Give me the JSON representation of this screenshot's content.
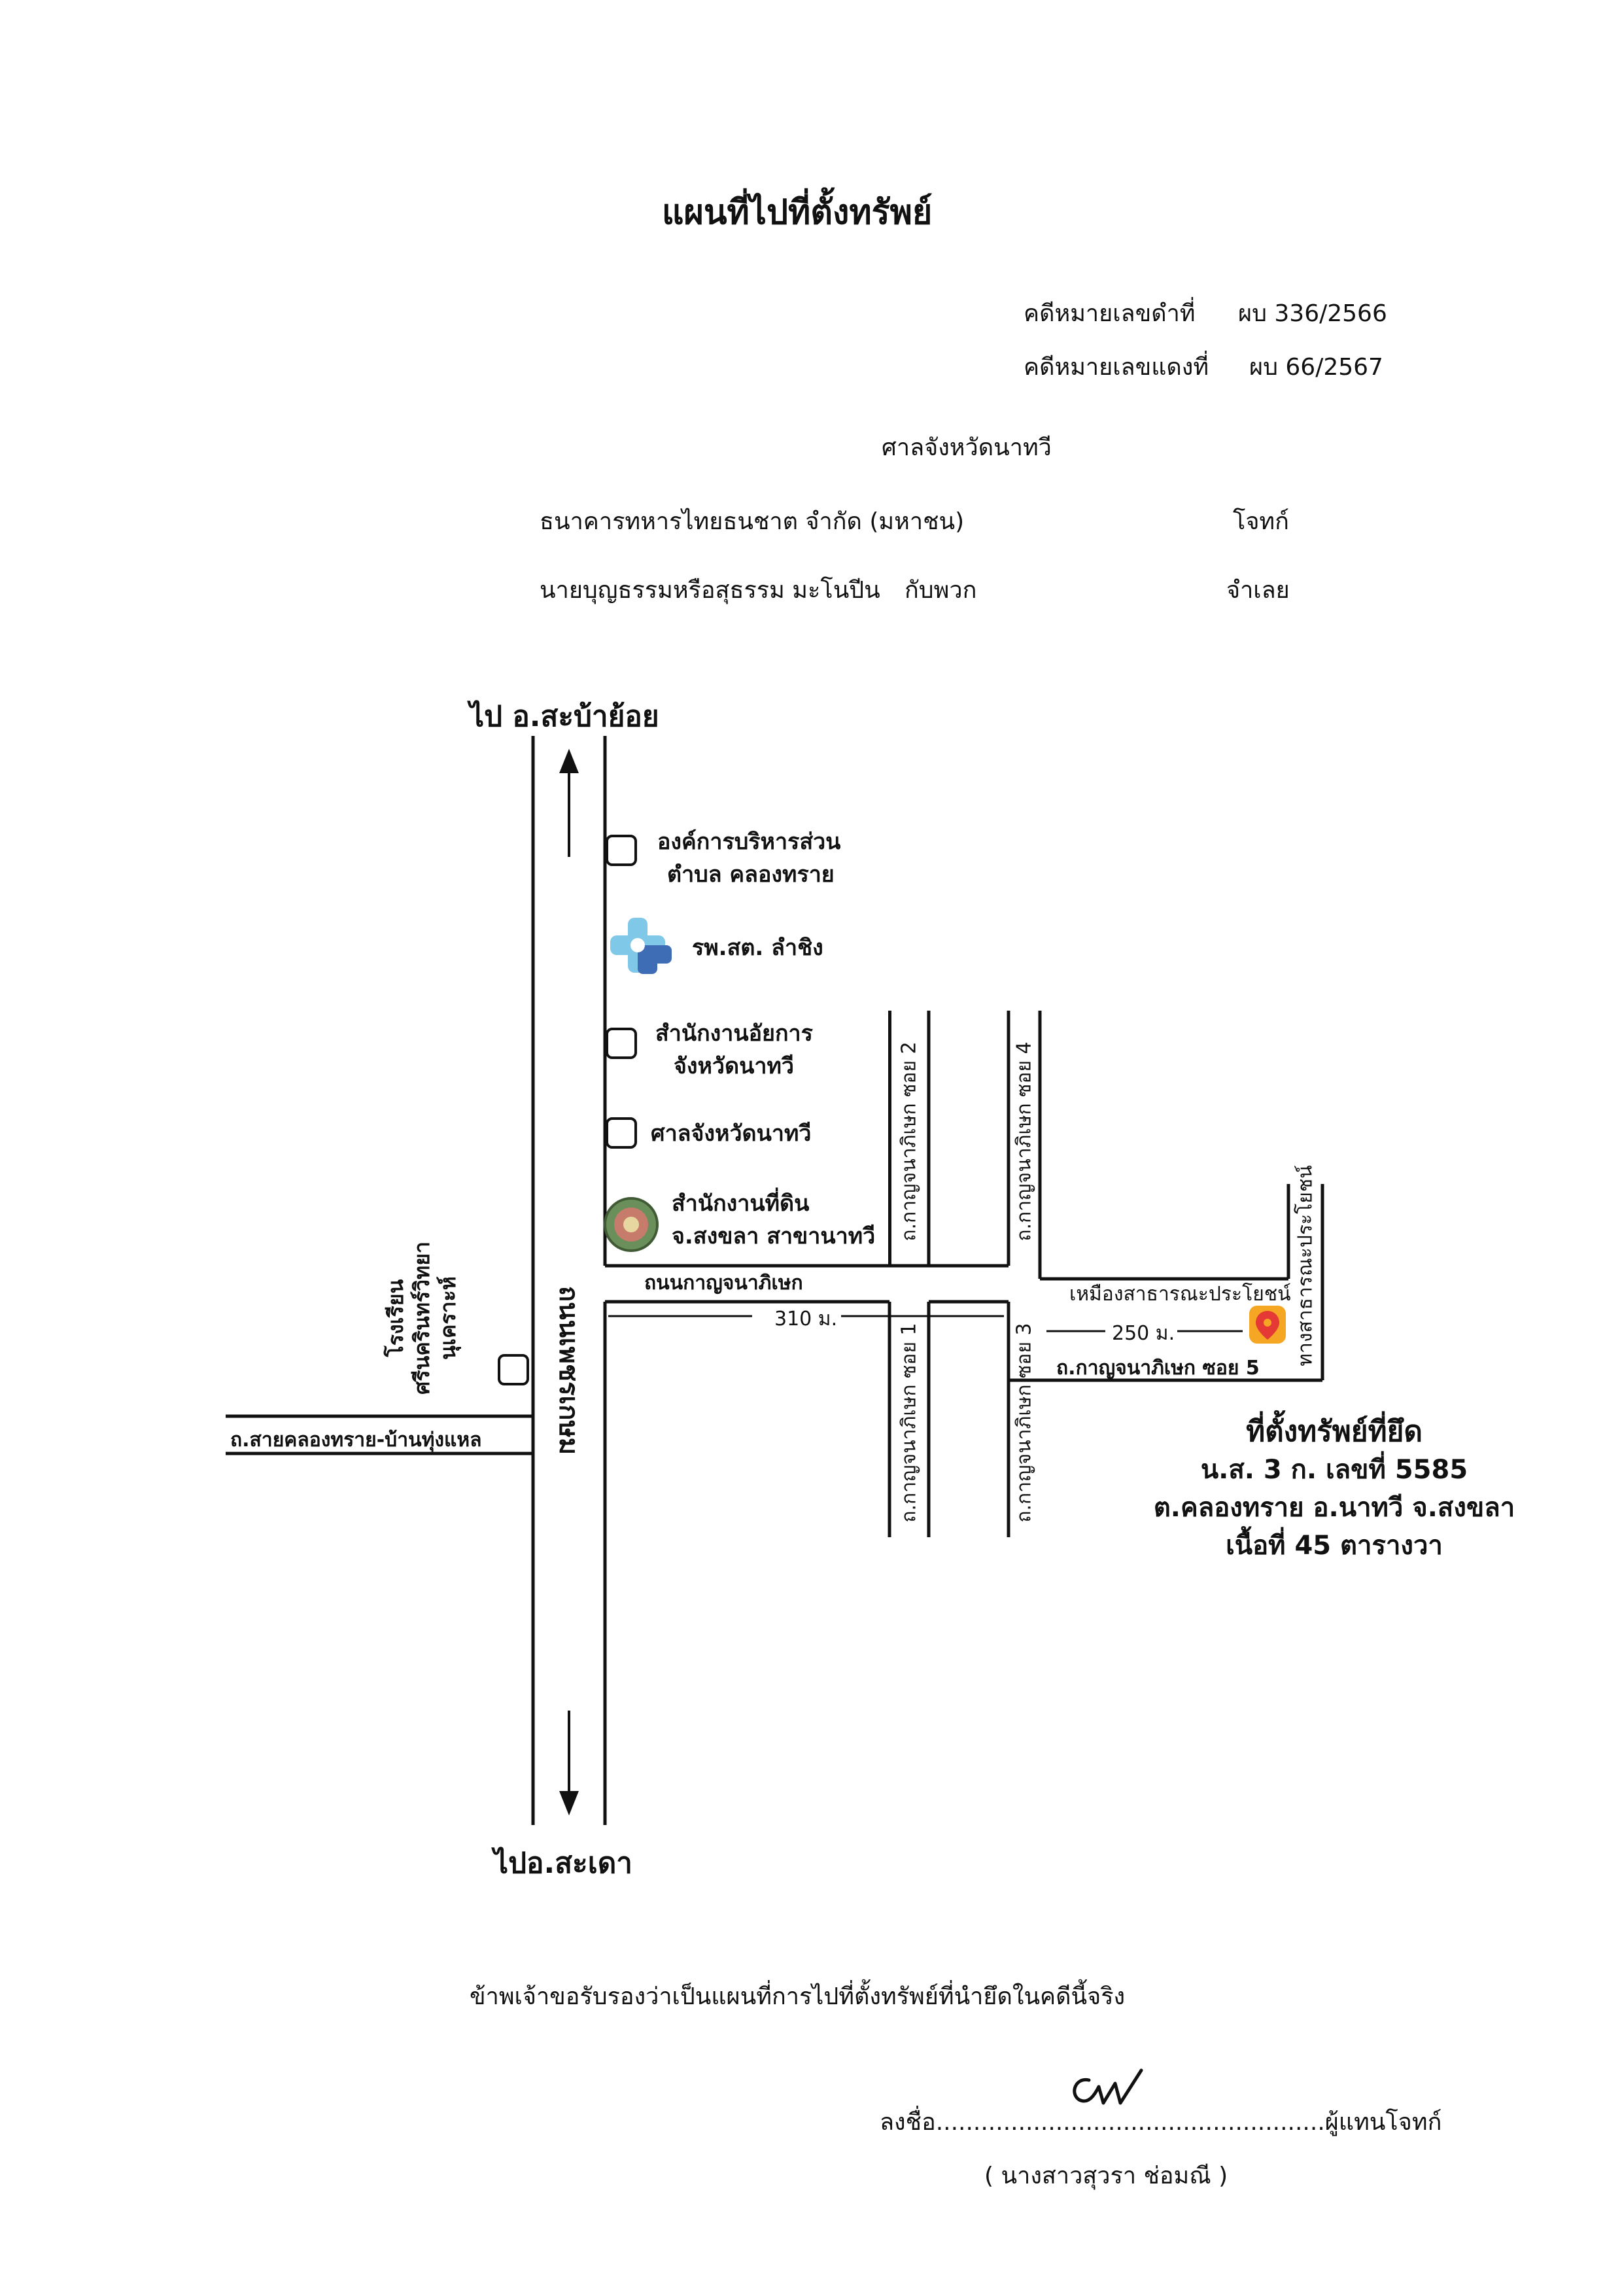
{
  "document": {
    "title": "แผนที่ไปที่ตั้งทรัพย์",
    "black_case_label": "คดีหมายเลขดำที่",
    "black_case_no": "ผบ 336/2566",
    "red_case_label": "คดีหมายเลขแดงที่",
    "red_case_no": "ผบ 66/2567",
    "court": "ศาลจังหวัดนาทวี",
    "plaintiff_name": "ธนาคารทหารไทยธนชาต จำกัด (มหาชน)",
    "plaintiff_role": "โจทก์",
    "defendant_name": "นายบุญธรรมหรือสุธรรม มะโนปีน",
    "defendant_suffix": "กับพวก",
    "defendant_role": "จำเลย"
  },
  "map": {
    "to_north": "ไป อ.สะบ้าย้อย",
    "to_south": "ไปอ.สะเดา",
    "main_road": "ถนนเพชรเกษม",
    "side_road_west": "ถ.สายคลองทราย-บ้านทุ่งแหล",
    "school_line1": "โรงเรียน",
    "school_line2": "ศรีนครินทร์วิทยา",
    "school_line3": "นุเคราะห์",
    "landmarks": [
      {
        "line1": "องค์การบริหารส่วน",
        "line2": "ตำบล คลองทราย"
      },
      {
        "line1": "รพ.สต. ลำชิง",
        "line2": ""
      },
      {
        "line1": "สำนักงานอัยการ",
        "line2": "จังหวัดนาทวี"
      },
      {
        "line1": "ศาลจังหวัดนาทวี",
        "line2": ""
      },
      {
        "line1": "สำนักงานที่ดิน",
        "line2": "จ.สงขลา สาขานาทวี"
      }
    ],
    "kanchana_road": "ถนนกาญจนาภิเษก",
    "soi1": "ถ.กาญจนาภิเษก ซอย 1",
    "soi2": "ถ.กาญจนาภิเษก ซอย 2",
    "soi3": "ถ.กาญจนาภิเษก ซอย 3",
    "soi4": "ถ.กาญจนาภิเษก ซอย 4",
    "soi5": "ถ.กาญจนาภิเษก ซอย 5",
    "dist_310": "310 ม.",
    "dist_250": "250 ม.",
    "public_land": "เหมืองสาธารณะประโยชน์",
    "public_path": "ทางสาธารณะประโยชน์"
  },
  "property": {
    "heading": "ที่ตั้งทรัพย์ที่ยึด",
    "deed": "น.ส. 3 ก. เลขที่ 5585",
    "location": "ต.คลองทราย อ.นาทวี  จ.สงขลา",
    "area": "เนื้อที่ 45 ตารางวา"
  },
  "certification": {
    "statement": "ข้าพเจ้าขอรับรองว่าเป็นแผนที่การไปที่ตั้งทรัพย์ที่นำยึดในคดีนี้จริง",
    "sign_prefix": "ลงชื่อ",
    "sign_dots": "....................................................",
    "sign_suffix": "ผู้แทนโจทก์",
    "signer": "( นางสาวสุวรา ช่อมณี )"
  },
  "colors": {
    "pin": "#f5a623",
    "pin_dot": "#e53935",
    "clinic_light": "#7fc8e8",
    "clinic_dark": "#3e6db5",
    "seal": "#6b8f5a"
  }
}
